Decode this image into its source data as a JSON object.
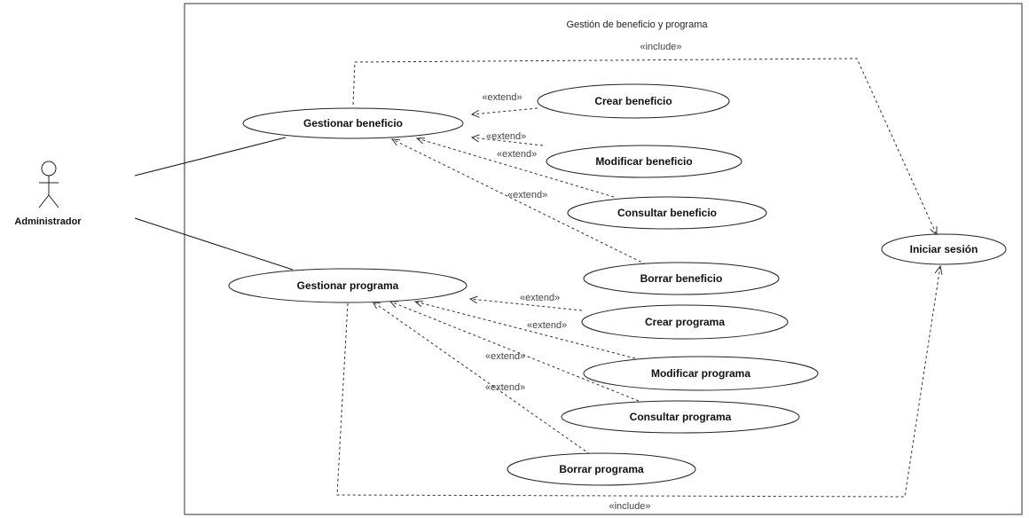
{
  "diagram": {
    "system_title": "Gestión de beneficio y programa",
    "actor": {
      "name": "Administrador"
    },
    "stereotypes": {
      "include": "«include»",
      "extend": "«extend»"
    },
    "use_cases": {
      "gestionar_beneficio": "Gestionar beneficio",
      "crear_beneficio": "Crear beneficio",
      "modificar_beneficio": "Modificar beneficio",
      "consultar_beneficio": "Consultar beneficio",
      "borrar_beneficio": "Borrar beneficio",
      "gestionar_programa": "Gestionar programa",
      "crear_programa": "Crear programa",
      "modificar_programa": "Modificar programa",
      "consultar_programa": "Consultar programa",
      "borrar_programa": "Borrar programa",
      "iniciar_sesion": "Iniciar sesión"
    }
  }
}
